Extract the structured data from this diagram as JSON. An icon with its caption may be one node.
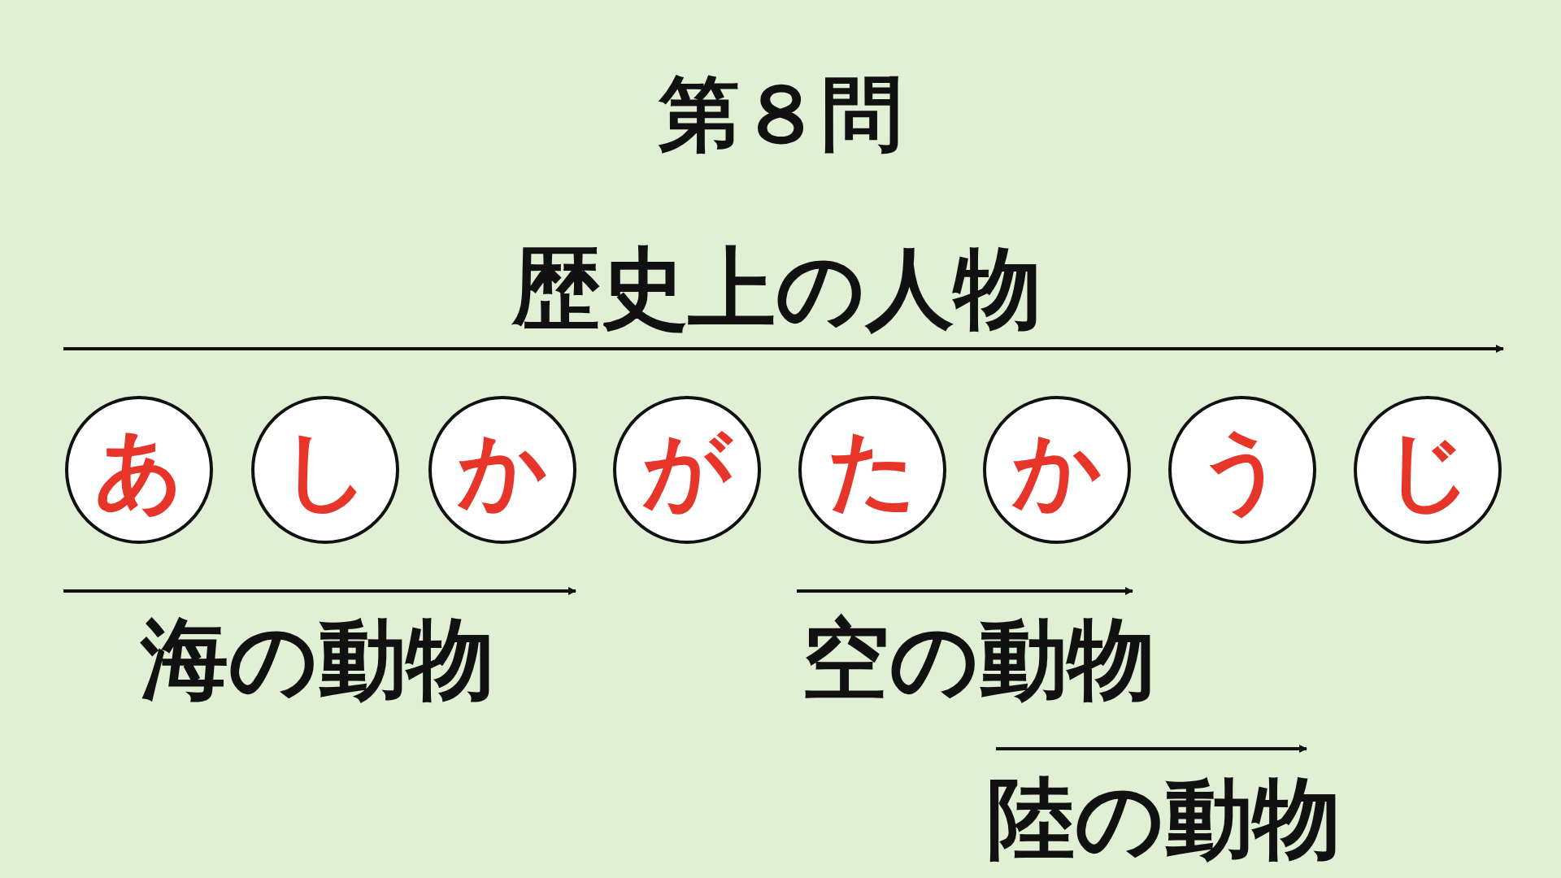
{
  "diagram": {
    "title": "第８問",
    "nodes": [
      {
        "text": [
          "あ"
        ]
      },
      {
        "text": [
          "し"
        ]
      },
      {
        "text": [
          "か"
        ]
      },
      {
        "text": [
          "が"
        ]
      },
      {
        "text": [
          "た"
        ]
      },
      {
        "text": [
          "か"
        ]
      },
      {
        "text": [
          "う"
        ]
      },
      {
        "text": [
          "じ"
        ]
      }
    ],
    "labels": [
      "歴史上の人物",
      "海の動物",
      "空の動物",
      "陸の動物"
    ]
  }
}
